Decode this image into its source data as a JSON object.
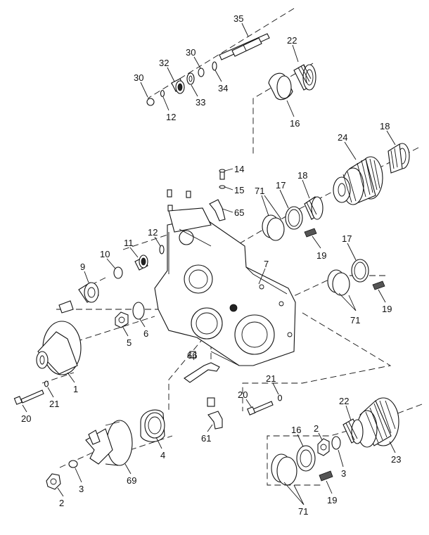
{
  "callouts": [
    {
      "id": "c35",
      "label": "35"
    },
    {
      "id": "c22a",
      "label": "22"
    },
    {
      "id": "c30a",
      "label": "30"
    },
    {
      "id": "c32",
      "label": "32"
    },
    {
      "id": "c30b",
      "label": "30"
    },
    {
      "id": "c34",
      "label": "34"
    },
    {
      "id": "c33",
      "label": "33"
    },
    {
      "id": "c12a",
      "label": "12"
    },
    {
      "id": "c16a",
      "label": "16"
    },
    {
      "id": "c18a",
      "label": "18"
    },
    {
      "id": "c24",
      "label": "24"
    },
    {
      "id": "c14",
      "label": "14"
    },
    {
      "id": "c15",
      "label": "15"
    },
    {
      "id": "c65",
      "label": "65"
    },
    {
      "id": "c71a",
      "label": "71"
    },
    {
      "id": "c17a",
      "label": "17"
    },
    {
      "id": "c18b",
      "label": "18"
    },
    {
      "id": "c12b",
      "label": "12"
    },
    {
      "id": "c11",
      "label": "11"
    },
    {
      "id": "c10",
      "label": "10"
    },
    {
      "id": "c9",
      "label": "9"
    },
    {
      "id": "c19a",
      "label": "19"
    },
    {
      "id": "c17b",
      "label": "17"
    },
    {
      "id": "c7",
      "label": "7"
    },
    {
      "id": "c19b",
      "label": "19"
    },
    {
      "id": "c71b",
      "label": "71"
    },
    {
      "id": "c5",
      "label": "5"
    },
    {
      "id": "c6",
      "label": "6"
    },
    {
      "id": "c1",
      "label": "1"
    },
    {
      "id": "c21a",
      "label": "21"
    },
    {
      "id": "c20a",
      "label": "20"
    },
    {
      "id": "c66",
      "label": "66"
    },
    {
      "id": "c21b",
      "label": "21"
    },
    {
      "id": "c20b",
      "label": "20"
    },
    {
      "id": "c61",
      "label": "61"
    },
    {
      "id": "c4",
      "label": "4"
    },
    {
      "id": "c22b",
      "label": "22"
    },
    {
      "id": "c16b",
      "label": "16"
    },
    {
      "id": "c2a",
      "label": "2"
    },
    {
      "id": "c3a",
      "label": "3"
    },
    {
      "id": "c23",
      "label": "23"
    },
    {
      "id": "c69",
      "label": "69"
    },
    {
      "id": "c3b",
      "label": "3"
    },
    {
      "id": "c2b",
      "label": "2"
    },
    {
      "id": "c19c",
      "label": "19"
    },
    {
      "id": "c71c",
      "label": "71"
    }
  ]
}
